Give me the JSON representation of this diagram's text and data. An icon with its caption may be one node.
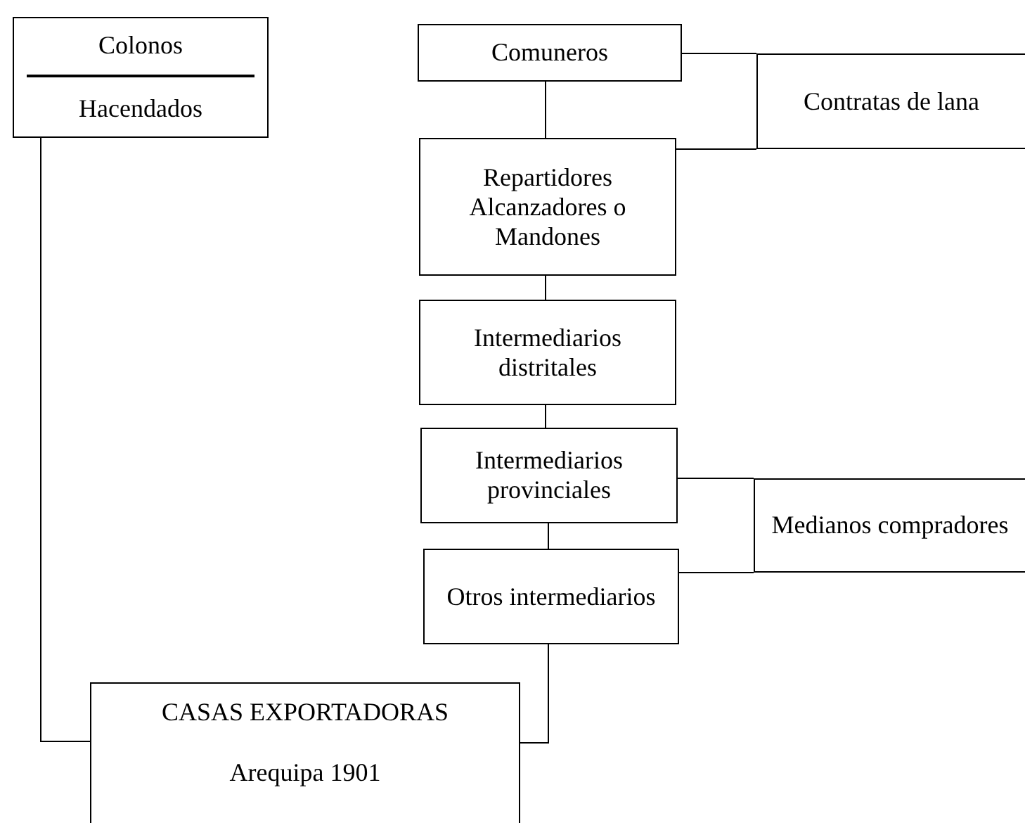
{
  "diagram": {
    "nodes": [
      {
        "text": [
          "Colonos",
          "Hacendados"
        ]
      },
      {
        "text": [
          "Comuneros"
        ]
      },
      {
        "text": [
          "Contratas de lana"
        ]
      },
      {
        "text": [
          "Repartidores Alcanzadores o Mandones"
        ]
      },
      {
        "text": [
          "Intermediarios distritales"
        ]
      },
      {
        "text": [
          "Intermediarios provinciales"
        ]
      },
      {
        "text": [
          "Medianos compradores"
        ]
      },
      {
        "text": [
          "Otros intermediarios"
        ]
      },
      {
        "text": [
          "CASAS EXPORTADORAS",
          "Arequipa 1901"
        ]
      }
    ],
    "edges": [
      {
        "from": 0,
        "to": 8,
        "arrow": "none"
      },
      {
        "from": 1,
        "to": 2,
        "arrow": "none"
      },
      {
        "from": 1,
        "to": 3,
        "arrow": "none"
      },
      {
        "from": 3,
        "to": 2,
        "arrow": "none"
      },
      {
        "from": 3,
        "to": 4,
        "arrow": "none"
      },
      {
        "from": 4,
        "to": 5,
        "arrow": "none"
      },
      {
        "from": 5,
        "to": 6,
        "arrow": "none"
      },
      {
        "from": 5,
        "to": 7,
        "arrow": "none"
      },
      {
        "from": 7,
        "to": 6,
        "arrow": "none"
      },
      {
        "from": 7,
        "to": 8,
        "arrow": "none"
      }
    ]
  }
}
